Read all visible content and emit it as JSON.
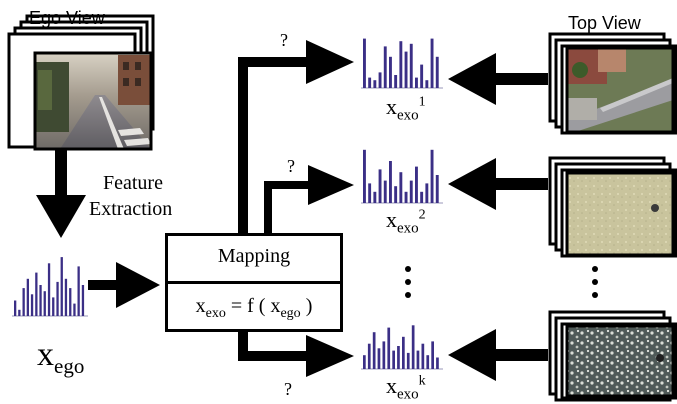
{
  "labels": {
    "ego_view": "Ego View",
    "top_view": "Top View",
    "feature_extraction_line1": "Feature",
    "feature_extraction_line2": "Extraction",
    "mapping": "Mapping",
    "formula": {
      "x": "x",
      "exo_sub": "exo",
      "eq": " = f ( x",
      "ego_sub": "ego",
      "close": " )"
    },
    "x_ego": {
      "x": "x",
      "sub": "ego"
    },
    "question": "?",
    "x_exo_1": {
      "x": "x",
      "sub": "exo",
      "sup": "1"
    },
    "x_exo_2": {
      "x": "x",
      "sub": "exo",
      "sup": "2"
    },
    "x_exo_k": {
      "x": "x",
      "sub": "exo",
      "sup": "k"
    }
  },
  "colors": {
    "bar": "#3b2f86",
    "arrow": "#000000",
    "road": "#8c8a8f",
    "sky": "#c9c3b8"
  },
  "histograms": {
    "ego": [
      0.25,
      0.1,
      0.45,
      0.6,
      0.35,
      0.7,
      0.5,
      0.4,
      0.85,
      0.3,
      0.55,
      0.95,
      0.6,
      0.45,
      0.2,
      0.8,
      0.5
    ],
    "exo1": [
      0.95,
      0.2,
      0.15,
      0.3,
      0.8,
      0.6,
      0.25,
      0.9,
      0.7,
      0.85,
      0.2,
      0.45,
      0.15,
      0.95,
      0.6
    ],
    "exo2": [
      0.95,
      0.35,
      0.2,
      0.6,
      0.4,
      0.75,
      0.3,
      0.55,
      0.2,
      0.4,
      0.65,
      0.2,
      0.35,
      0.95,
      0.5
    ],
    "exok": [
      0.3,
      0.55,
      0.8,
      0.45,
      0.6,
      0.9,
      0.4,
      0.5,
      0.7,
      0.35,
      0.95,
      0.4,
      0.55,
      0.3,
      0.6,
      0.25
    ]
  }
}
